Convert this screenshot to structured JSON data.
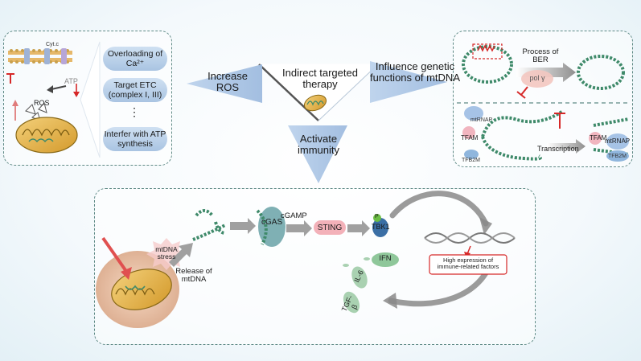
{
  "center": {
    "title": "Indirect targeted therapy",
    "increase_ros": "Increase ROS",
    "activate_immunity": "Activate immunity",
    "influence_genetic": "Influence genetic functions of mtDNA"
  },
  "left_panel": {
    "mechanisms": [
      "Overloading of Ca²⁺",
      "Target ETC (complex I, III)",
      "⋮",
      "Interfer with ATP synthesis"
    ],
    "labels": {
      "cyt_c": "Cyt.c",
      "ros": "ROS",
      "atp": "ATP"
    }
  },
  "right_panel": {
    "top": {
      "process": "Process of BER",
      "pol": "pol γ"
    },
    "bottom": {
      "mtrnap_left": "mtRNAP",
      "tfam_left": "TFAM",
      "tfb2m_left": "TFB2M",
      "transcription": "Transcription",
      "tfam_right": "TFAM",
      "mtrnap_right": "mtRNAP",
      "tfb2m_right": "TFB2M"
    }
  },
  "bottom_panel": {
    "mtdna_stress": "mtDNA stress",
    "release": "Release of mtDNA",
    "cgas": "cGAS",
    "cgamp": "cGAMP",
    "sting": "STING",
    "p": "P",
    "tbk1": "TBK1",
    "high_expression": "High expression of immune-related factors",
    "ifn": "IFN",
    "il6": "IL-6",
    "tgfb": "TGF-β"
  },
  "colors": {
    "panel_border": "#5f8a86",
    "pill": "#b9d0ea",
    "inhibit": "#d62828",
    "mito": "#e2b24a",
    "dna": "#3f8a6a"
  }
}
